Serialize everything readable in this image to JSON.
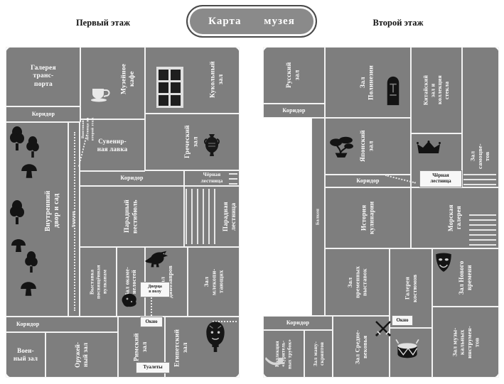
{
  "title": {
    "label": "Карта музея"
  },
  "floor1": {
    "header": "Первый этаж",
    "rooms": {
      "transport": "Галерея\nтранс-\nпорта",
      "corridor_top": "Коридор",
      "cafe": "Музейное\nкафе",
      "spiral_note": "Винтовая\nлестница на\nвторой этаж",
      "doll": "Кукольный\nзал",
      "souvenir": "Сувенир-\nная лавка",
      "greek": "Греческий\nзал",
      "black_stairs": "Чёрная\nлестница",
      "corridor_mid": "Коридор",
      "vestibule": "Парадный\nвестибюль",
      "grand_stairs": "Парадная\nлестница",
      "courtyard": "Внутренний\nдвор и сад",
      "passage": "Коридор",
      "volcano": "Выставка\nпосвящённая\nвулканам",
      "fossils": "Зал окаме-\nнелостей",
      "dinosaurs": "Зал\nдинозавров",
      "mammals": "Зал\nмлекопи-\nтающих",
      "floor_door": "Дверца\nв полу",
      "window": "Окно",
      "corridor_bottom": "Коридор",
      "military": "Воен-\nный зал",
      "weapons": "Оружей-\nный зал",
      "roman": "Римский\nзал",
      "egyptian": "Египетский\nзал",
      "toilets": "Туалеты"
    }
  },
  "floor2": {
    "header": "Второй этаж",
    "rooms": {
      "russian": "Русский\nзал",
      "corridor_top": "Коридор",
      "polynesia": "Зал\nПолинезии",
      "chinese": "Китайский\nзал и\nколлекция\nстекла",
      "gems": "Зал\nсамоцве-\nтов",
      "japanese": "Японский\nзал",
      "corridor_mid": "Коридор",
      "black_stairs": "Чёрная\nлестница",
      "cooking": "История\nкулинарии",
      "marine": "Морская\nгалерея",
      "balcony": "Балкон",
      "temporary": "Зал\nвременных\nвыставок",
      "costumes": "Галерея\nкостюмов",
      "modern": "Зал Нового\nвремени",
      "corridor_bottom": "Коридор",
      "window": "Окно",
      "pipes": "Коллекция\n«куритель-\nных трубок»",
      "manuscripts": "Зал ману-\nскриптов",
      "medieval": "Зал Средне-\nвековья",
      "music": "Зал музы-\nкальных\nинструмен-\nтов"
    }
  },
  "icons": {
    "tree-icon": "black tree silhouette",
    "mushroom-icon": "black mushroom silhouette",
    "coffee-cup-icon": "light cup and saucer",
    "window-icon": "tall dark window with light frame",
    "amphora-icon": "dark greek amphora",
    "dinosaur-icon": "dark dinosaur silhouette",
    "fossil-icon": "dark fossil stone",
    "pharaoh-mask-icon": "dark egyptian mask",
    "moai-icon": "dark moai statue",
    "bonsai-icon": "dark bonsai tree",
    "crown-icon": "dark jewelled crown",
    "theater-mask-icon": "dark theatre mask",
    "smoking-pipe-icon": "light smoking pipe",
    "drum-icon": "dark drum with light head",
    "crossed-swords-icon": "crossed swords",
    "stairs-hatch": "hatched staircase lines",
    "dotted-path": "dotted route line"
  },
  "colors": {
    "plan": "#7e7e7e",
    "wall": "#f2f2f2",
    "label": "#ffffff",
    "info_box_bg": "#f7f7f7",
    "info_box_text": "#1b1b1b",
    "icon_dark": "#141414",
    "icon_light": "#e0e0e0"
  }
}
